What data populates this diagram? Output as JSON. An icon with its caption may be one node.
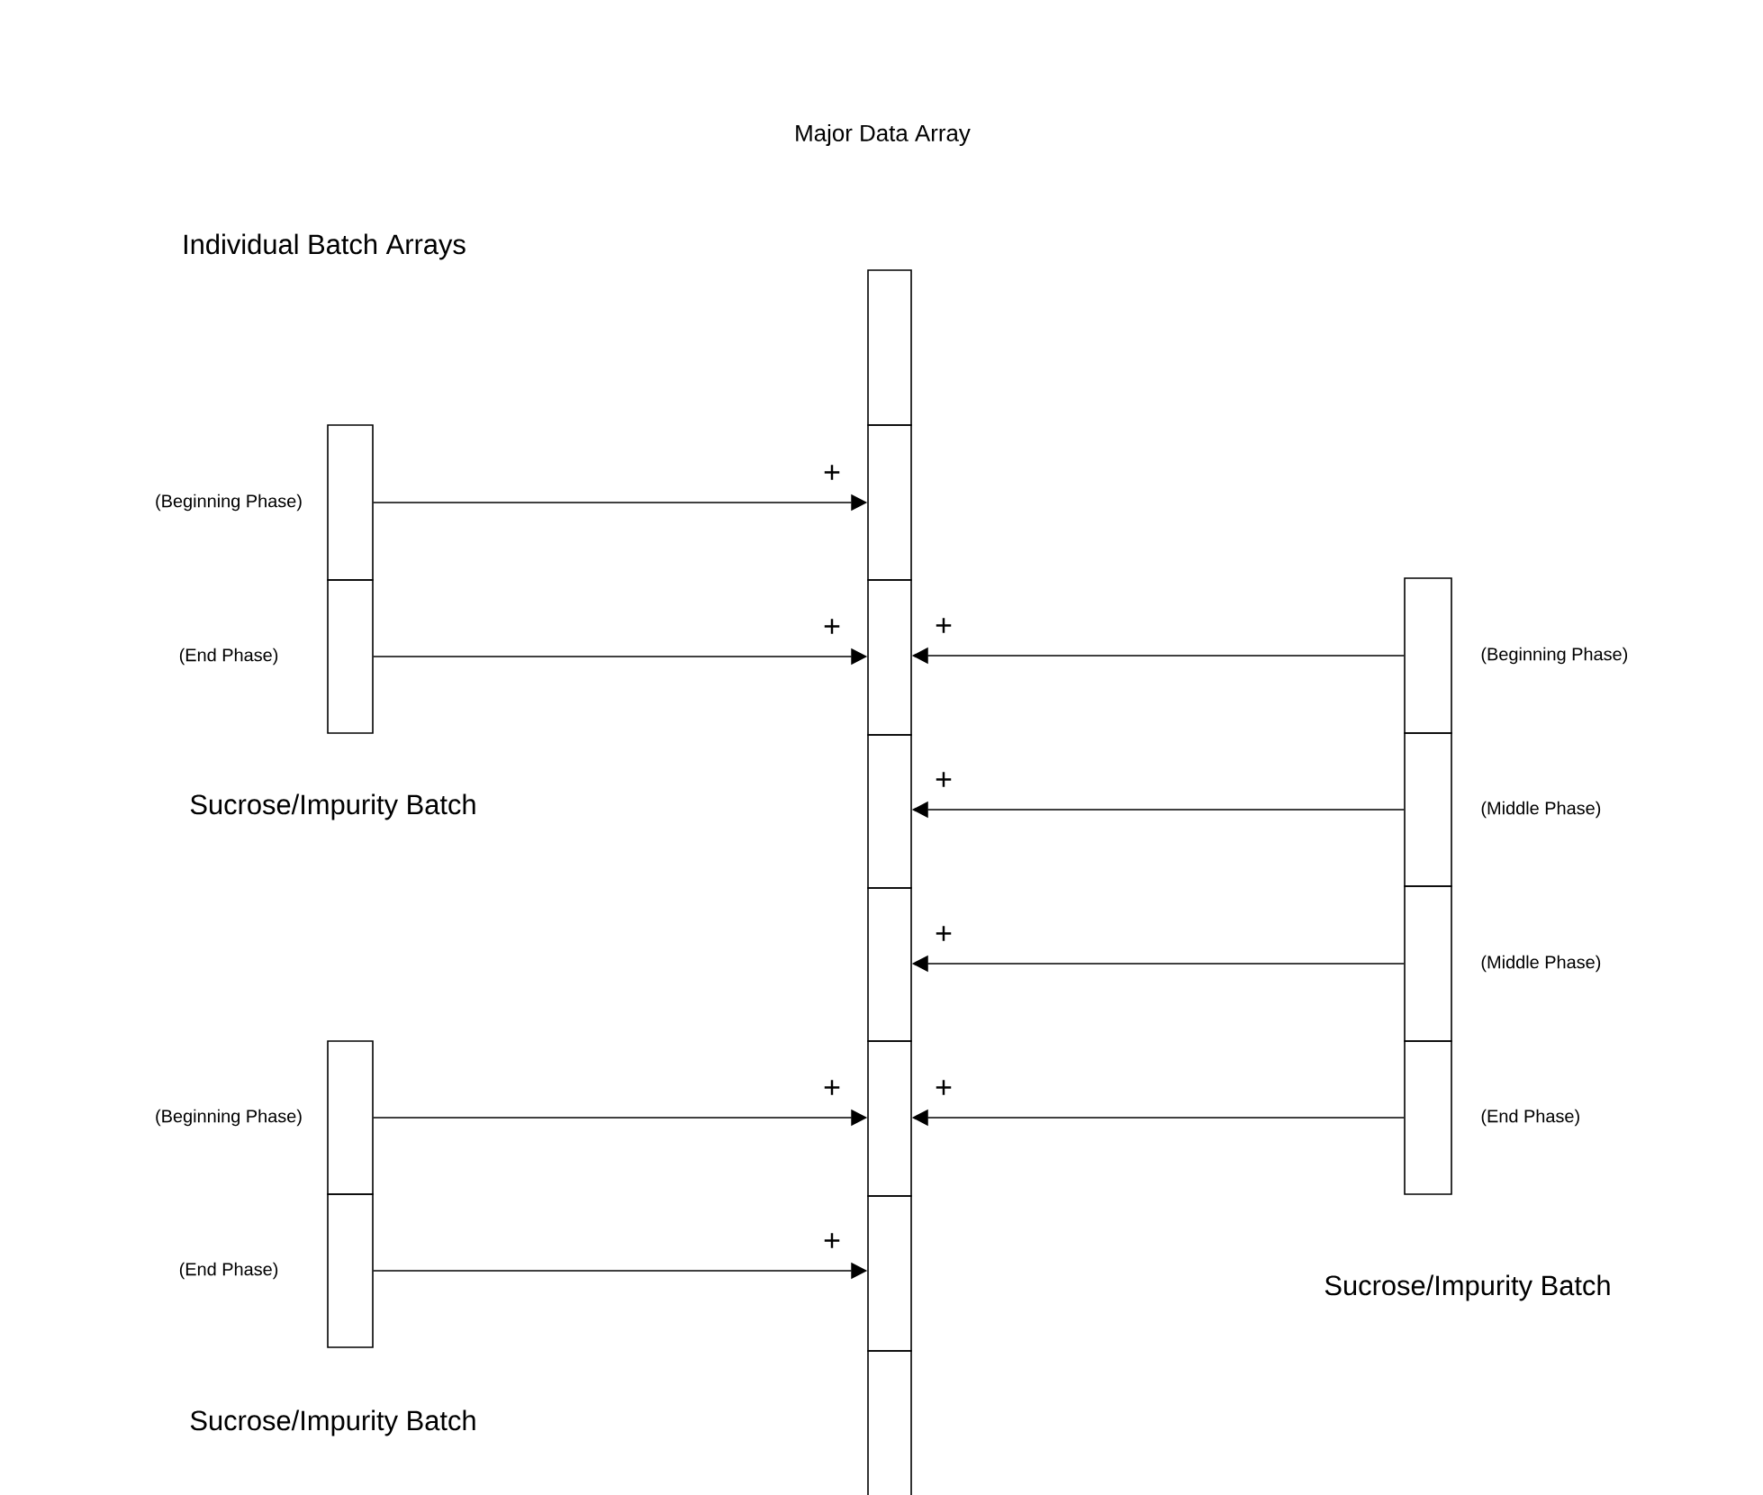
{
  "diagram": {
    "nodes": [
      {
        "text": [],
        "shape": "box"
      },
      {
        "text": [],
        "shape": "box"
      },
      {
        "text": [],
        "shape": "box"
      },
      {
        "text": [],
        "shape": "box"
      },
      {
        "text": [],
        "shape": "box"
      },
      {
        "text": [],
        "shape": "box"
      },
      {
        "text": [],
        "shape": "box"
      },
      {
        "text": [],
        "shape": "box"
      },
      {
        "text": [],
        "shape": "box",
        "beside": [
          "(Beginning Phase)"
        ]
      },
      {
        "text": [],
        "shape": "box",
        "beside": [
          "(End Phase)"
        ]
      },
      {
        "text": [],
        "shape": "box",
        "beside": [
          "(Beginning Phase)"
        ]
      },
      {
        "text": [],
        "shape": "box",
        "beside": [
          "(Middle Phase)"
        ]
      },
      {
        "text": [],
        "shape": "box",
        "beside": [
          "(Middle Phase)"
        ]
      },
      {
        "text": [],
        "shape": "box",
        "beside": [
          "(End Phase)"
        ]
      },
      {
        "text": [],
        "shape": "box",
        "beside": [
          "(Beginning Phase)"
        ]
      },
      {
        "text": [],
        "shape": "box",
        "beside": [
          "(End Phase)"
        ]
      }
    ],
    "edges": [
      {
        "from": 8,
        "to": 1,
        "arrow": "to",
        "label": "+"
      },
      {
        "from": 9,
        "to": 2,
        "arrow": "to",
        "label": "+"
      },
      {
        "from": 10,
        "to": 2,
        "arrow": "to",
        "label": "+"
      },
      {
        "from": 11,
        "to": 3,
        "arrow": "to",
        "label": "+"
      },
      {
        "from": 12,
        "to": 4,
        "arrow": "to",
        "label": "+"
      },
      {
        "from": 13,
        "to": 5,
        "arrow": "to",
        "label": "+"
      },
      {
        "from": 14,
        "to": 5,
        "arrow": "to",
        "label": "+"
      },
      {
        "from": 15,
        "to": 6,
        "arrow": "to",
        "label": "+"
      }
    ],
    "labels": [
      "Major Data Array",
      "Individual Batch Arrays",
      "Sucrose/Impurity Batch",
      "Sucrose/Impurity Batch",
      "Sucrose/Impurity Batch"
    ]
  }
}
